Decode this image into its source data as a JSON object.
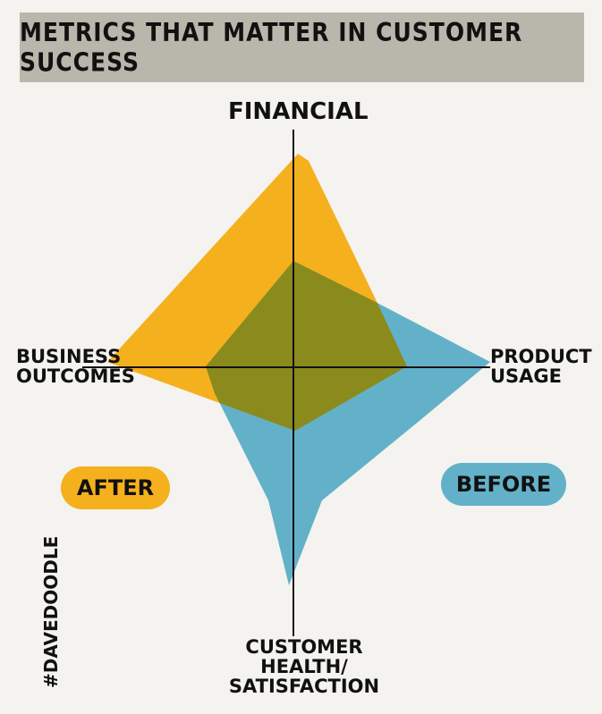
{
  "title": "METRICS THAT MATTER IN CUSTOMER SUCCESS",
  "axes": {
    "top": "FINANCIAL",
    "right_line1": "PRODUCT",
    "right_line2": "USAGE",
    "left_line1": "BUSINESS",
    "left_line2": "OUTCOMES",
    "bottom_line1": "CUSTOMER",
    "bottom_line2": "HEALTH/",
    "bottom_line3": "SATISFACTION"
  },
  "legend": {
    "after": "AFTER",
    "before": "BEFORE"
  },
  "signature": "#DAVEDOODLE",
  "colors": {
    "after": "#f5b01e",
    "before": "#63b1c9",
    "overlap": "#8b8a1c",
    "title_bg": "#b9b6ac"
  }
}
